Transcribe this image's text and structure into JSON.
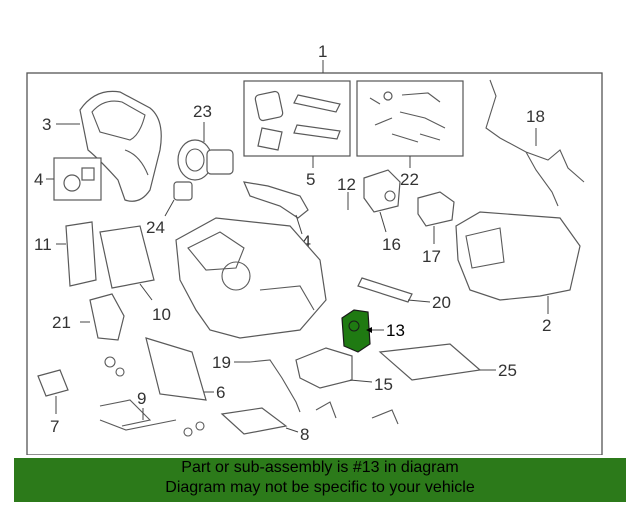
{
  "callouts": {
    "c1": "1",
    "c2": "2",
    "c3": "3",
    "c4": "4",
    "c5": "5",
    "c6": "6",
    "c7": "7",
    "c8": "8",
    "c9": "9",
    "c10": "10",
    "c11": "11",
    "c12": "12",
    "c13": "13",
    "c14": "14",
    "c15": "15",
    "c16": "16",
    "c17": "17",
    "c18": "18",
    "c19": "19",
    "c20": "20",
    "c21": "21",
    "c22": "22",
    "c23": "23",
    "c24": "24",
    "c25": "25"
  },
  "highlight_color": "#1f7a12",
  "banner": {
    "line1": "Part or sub-assembly is #13 in diagram",
    "line2": "Diagram may not be specific to your vehicle",
    "color": "#2c7a1a"
  }
}
